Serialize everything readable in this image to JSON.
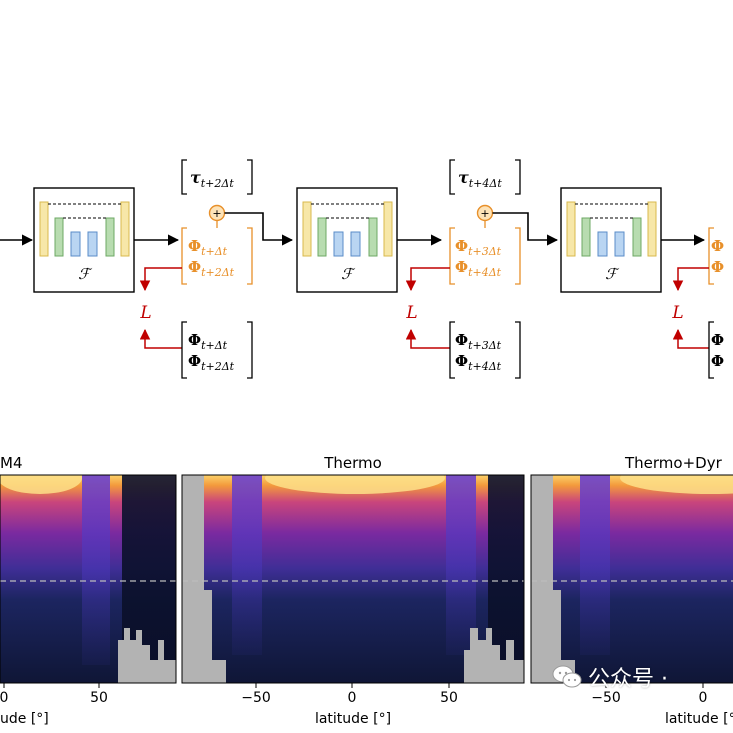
{
  "diagram": {
    "block_label": "ℱ",
    "loss_label": "L",
    "plus_symbol": "+",
    "forcings": [
      {
        "main": "τ",
        "sub": "t+2Δt"
      },
      {
        "main": "τ",
        "sub": "t+4Δt"
      }
    ],
    "predictions": [
      {
        "main": "Φ",
        "sub1": "t+Δt",
        "sub2": "t+2Δt"
      },
      {
        "main": "Φ",
        "sub1": "t+3Δt",
        "sub2": "t+4Δt"
      },
      {
        "main": "Φ",
        "sub1": "",
        "sub2": ""
      }
    ],
    "targets": [
      {
        "main": "Φ",
        "sub1": "t+Δt",
        "sub2": "t+2Δt"
      },
      {
        "main": "Φ",
        "sub1": "t+3Δt",
        "sub2": "t+4Δt"
      },
      {
        "main": "Φ",
        "sub1": "",
        "sub2": ""
      }
    ],
    "colors": {
      "prediction": "#e8902a",
      "loss": "#c00000",
      "encoder_yellow": "#f7e7a8",
      "encoder_green": "#b8dcb0",
      "bottleneck_blue": "#b9d5f2"
    }
  },
  "panels": [
    {
      "title": "M4",
      "xlabel": "ude [°]",
      "ticks": [
        "0",
        "50"
      ]
    },
    {
      "title": "Thermo",
      "xlabel": "latitude [°]",
      "ticks": [
        "−50",
        "0",
        "50"
      ]
    },
    {
      "title": "Thermo+Dyr",
      "xlabel": "latitude [°]",
      "ticks": [
        "−50",
        "0"
      ]
    }
  ],
  "colormap": "plasma",
  "watermark": {
    "text": "公众号 ·"
  }
}
